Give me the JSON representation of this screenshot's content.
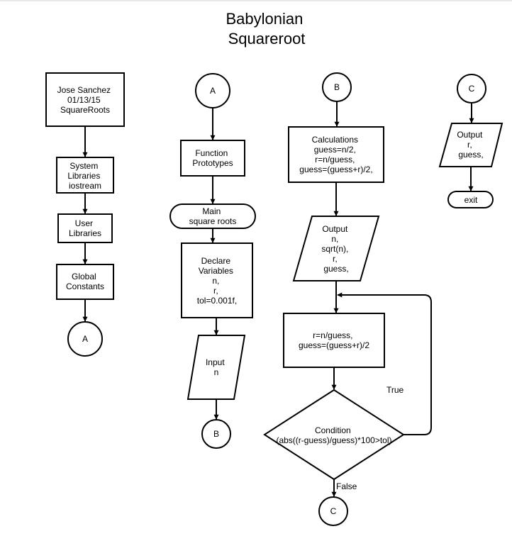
{
  "title": [
    "Babylonian",
    "Squareroot"
  ],
  "nodes": {
    "header": [
      "Jose Sanchez",
      "01/13/15",
      "SquareRoots"
    ],
    "system_libraries": [
      "System",
      "Libraries",
      "iostream"
    ],
    "user_libraries": [
      "User",
      "Libraries"
    ],
    "global_constants": [
      "Global",
      "Constants"
    ],
    "connector_a_out": "A",
    "connector_a_in": "A",
    "function_prototypes": [
      "Function",
      "Prototypes"
    ],
    "main": [
      "Main",
      "square roots"
    ],
    "declare_variables": [
      "Declare",
      "Variables",
      "n,",
      "r,",
      "tol=0.001f,"
    ],
    "input": [
      "Input",
      "n"
    ],
    "connector_b_out": "B",
    "connector_b_in": "B",
    "calculations": [
      "Calculations",
      "guess=n/2,",
      "r=n/guess,",
      "guess=(guess+r)/2,"
    ],
    "output_first": [
      "Output",
      "n,",
      "sqrt(n),",
      "r,",
      "guess,"
    ],
    "loop_body": [
      "r=n/guess,",
      "guess=(guess+r)/2"
    ],
    "condition": [
      "Condition",
      "(abs((r-guess)/guess)*100>tol)"
    ],
    "connector_c_out": "C",
    "connector_c_in": "C",
    "output_final": [
      "Output",
      "r,",
      "guess,"
    ],
    "exit": "exit"
  },
  "edge_labels": {
    "true": "True",
    "false": "False"
  }
}
